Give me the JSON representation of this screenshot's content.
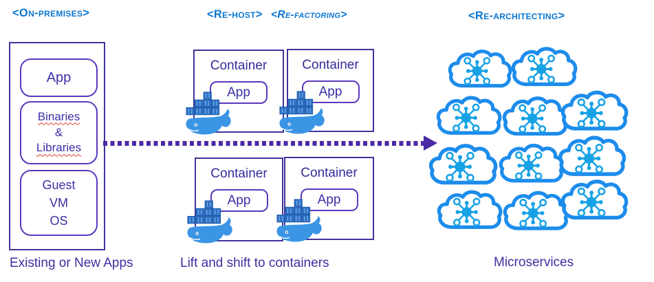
{
  "on_premises": {
    "label": "<On-premises>",
    "app_box": "App",
    "binaries_box": {
      "line1": "Binaries",
      "line2": "&",
      "line3": "Libraries"
    },
    "guest_box": {
      "line1": "Guest",
      "line2": "VM",
      "line3": "OS"
    },
    "caption": "Existing or New Apps"
  },
  "rehost": {
    "label": "<Re-host>",
    "refactoring_label": "<Re-factoring>",
    "containers": [
      {
        "title": "Container",
        "app": "App"
      },
      {
        "title": "Container",
        "app": "App"
      },
      {
        "title": "Container",
        "app": "App"
      },
      {
        "title": "Container",
        "app": "App"
      }
    ],
    "caption": "Lift and shift to containers"
  },
  "rearchitecting": {
    "label": "<Re-architecting>",
    "caption": "Microservices",
    "cloud_count": 11,
    "cloud_icon": "microservices-hub-icon"
  },
  "icons": {
    "whale": "docker-whale-icon",
    "cloud": "cloud-icon",
    "microservices": "microservices-hub-icon"
  },
  "colors": {
    "header_blue": "#0b76d1",
    "text_purple": "#3b2fa3",
    "border_purple": "#43319c",
    "rounded_border_purple": "#5a38bd",
    "arrow_purple": "#4b2aa5",
    "cloud_blue": "#1d8ceb",
    "microservice_blue": "#17a2e6",
    "whale_blue": "#3b95e5",
    "crate_blue": "#2e71c6",
    "spellcheck_red": "#e23b2e"
  }
}
